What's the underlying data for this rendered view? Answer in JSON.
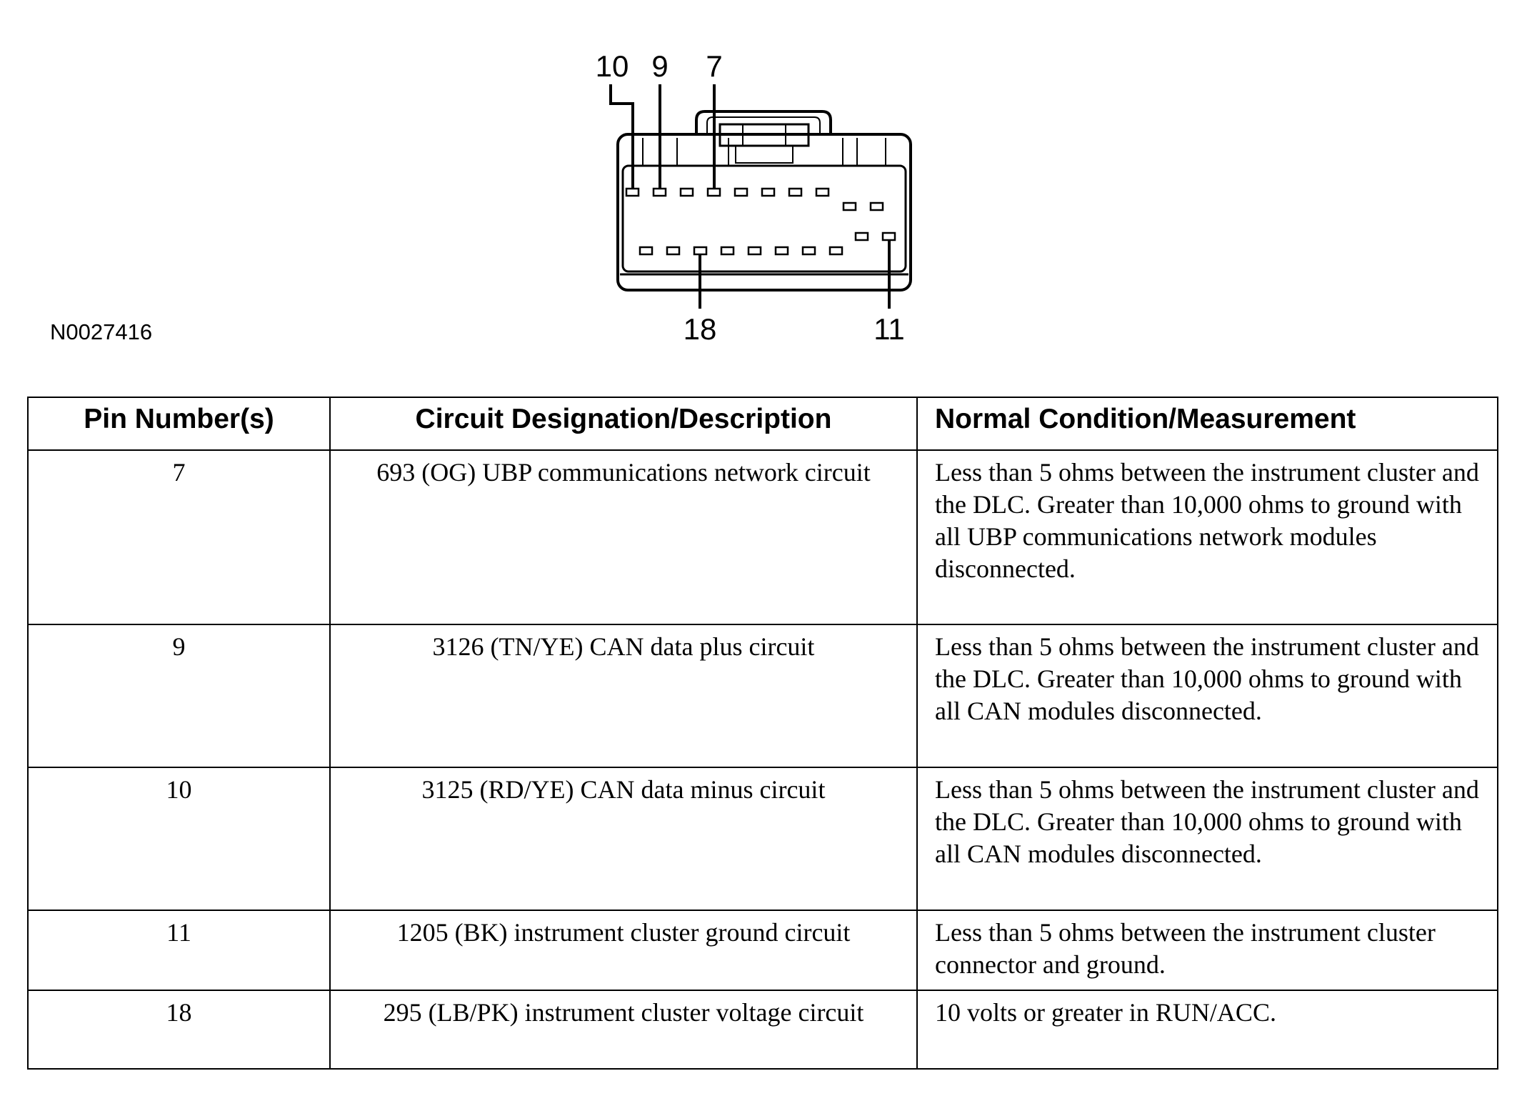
{
  "figure_id": "N0027416",
  "connector": {
    "top_pin_labels": [
      "10",
      "9",
      "7"
    ],
    "bottom_pin_labels": [
      "18",
      "11"
    ]
  },
  "table": {
    "headers": [
      "Pin Number(s)",
      "Circuit Designation/Description",
      "Normal Condition/Measurement"
    ],
    "rows": [
      {
        "pin": "7",
        "circuit": "693 (OG) UBP communications network circuit",
        "measurement": "Less than 5 ohms between the instrument cluster and the DLC. Greater than 10,000 ohms to ground with all UBP communications network modules disconnected."
      },
      {
        "pin": "9",
        "circuit": "3126 (TN/YE) CAN data plus circuit",
        "measurement": "Less than 5 ohms between the instrument cluster and the DLC. Greater than 10,000 ohms to ground with all CAN modules disconnected."
      },
      {
        "pin": "10",
        "circuit": "3125 (RD/YE) CAN data minus circuit",
        "measurement": "Less than 5 ohms between the instrument cluster and the DLC. Greater than 10,000 ohms to ground with all CAN modules disconnected."
      },
      {
        "pin": "11",
        "circuit": "1205 (BK) instrument cluster ground circuit",
        "measurement": "Less than 5 ohms between the instrument cluster connector and ground."
      },
      {
        "pin": "18",
        "circuit": "295 (LB/PK) instrument cluster voltage circuit",
        "measurement": "10 volts or greater in RUN/ACC."
      }
    ]
  }
}
